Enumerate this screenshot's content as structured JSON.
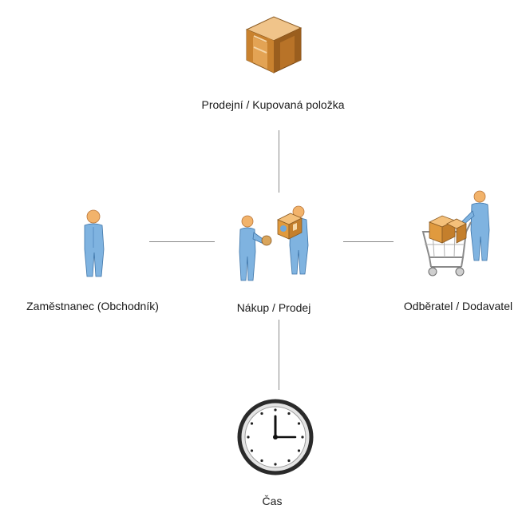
{
  "nodes": {
    "item": {
      "label": "Prodejní / Kupovaná položka",
      "icon": "wooden-crate-icon"
    },
    "transaction": {
      "label": "Nákup / Prodej",
      "icon": "handover-people-icon"
    },
    "employee": {
      "label": "Zaměstnanec (Obchodník)",
      "icon": "person-icon"
    },
    "customer": {
      "label": "Odběratel / Dodavatel",
      "icon": "shopping-cart-person-icon"
    },
    "time": {
      "label": "Čas",
      "icon": "wall-clock-icon"
    }
  },
  "colors": {
    "connector": "#8a8a8a",
    "person_body": "#6fa8dc",
    "person_head": "#f2b36b",
    "crate": "#d18b3a",
    "box": "#e09a3e"
  }
}
